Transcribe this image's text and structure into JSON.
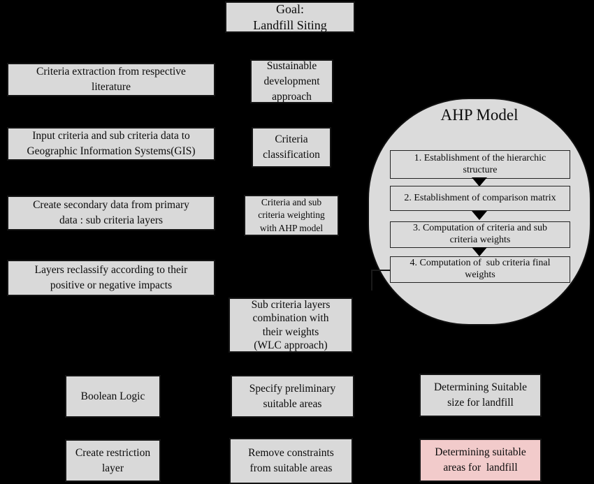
{
  "colors": {
    "background": "#000000",
    "box_fill": "#d9d9d9",
    "box_border": "#141414",
    "ellipse_fill": "#dbdbdb",
    "highlight_fill": "#f2cbcb",
    "text": "#0b0b0b"
  },
  "goal_box": "Goal:\nLandfill Siting",
  "left_column": [
    "Criteria extraction from respective\nliterature",
    "Input criteria and sub criteria data to\nGeographic Information Systems(GIS)",
    "Create secondary data from primary\ndata : sub criteria layers",
    "Layers reclassify according to their\npositive or negative impacts"
  ],
  "middle_column": {
    "sustainable": "Sustainable\ndevelopment\napproach",
    "classification": "Criteria\nclassification",
    "weighting": "Criteria and sub\ncriteria weighting\nwith AHP model",
    "combination": "Sub criteria layers\ncombination with\ntheir weights\n(WLC approach)",
    "preliminary": "Specify preliminary\nsuitable areas",
    "remove": "Remove constraints\nfrom suitable areas"
  },
  "ahp_model": {
    "title": "AHP Model",
    "steps": [
      "1. Establishment of the hierarchic\nstructure",
      "2. Establishment of comparison matrix",
      "3. Computation of criteria and sub\ncriteria weights",
      "4. Computation of  sub criteria final\nweights"
    ]
  },
  "boolean_branch": {
    "boolean_logic": "Boolean Logic",
    "restriction": "Create restriction\nlayer"
  },
  "result_branch": {
    "size": "Determining Suitable\nsize for landfill",
    "areas": "Determining suitable\nareas for  landfill"
  }
}
